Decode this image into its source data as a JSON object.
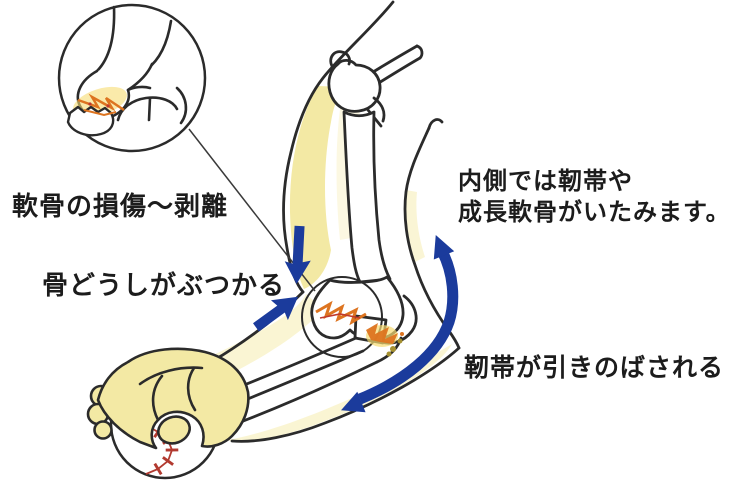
{
  "labels": {
    "inset_caption": "軟骨の損傷〜剥離",
    "bones_collide": "骨どうしがぶつかる",
    "medial_damage_line1": "内側では靭帯や",
    "medial_damage_line2": "成長軟骨がいたみます。",
    "ligament_stretch": "靭帯が引きのばされる"
  },
  "icons": {
    "magnifier_inset": "magnifier-circle-icon",
    "down_arrow": "arrow-down-icon",
    "diagonal_arrow": "arrow-up-right-icon",
    "curved_arrow": "curved-double-arrow-icon",
    "baseball": "baseball-icon"
  },
  "colors": {
    "background": "#ffffff",
    "outline": "#2b2b2b",
    "text": "#1c1c1c",
    "arrow_blue": "#1b3b9c",
    "skin_yellow": "#f3e9a4",
    "skin_yellow_light": "#f9f3cb",
    "damage_orange": "#dd7420",
    "damage_glow": "#f6dc72",
    "damage_dot_olive": "#a59030",
    "stitch_red": "#b23a30",
    "bone_white": "#ffffff"
  }
}
